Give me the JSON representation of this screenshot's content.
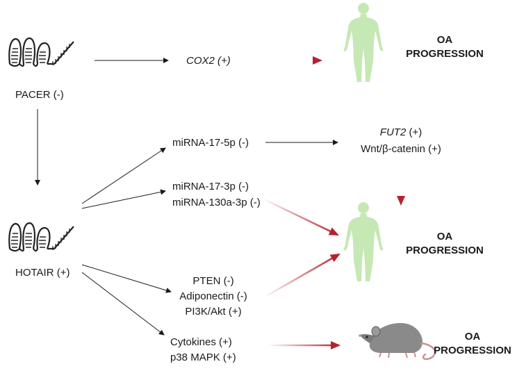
{
  "nodes": {
    "pacer": "PACER (-)",
    "hotair": "HOTAIR (+)",
    "cox2": "COX2 (+)",
    "mir17_5p": "miRNA-17-5p (-)",
    "fut2_gene": "FUT2",
    "fut2_sign": " (+)",
    "wnt": "Wnt/β-catenin (+)",
    "mir17_3p": "miRNA-17-3p (-)",
    "mir130a": "miRNA-130a-3p (-)",
    "pten": "PTEN (-)",
    "adiponectin": "Adiponectin (-)",
    "pi3k": "PI3K/Akt (+)",
    "cytokines": "Cytokines (+)",
    "p38": "p38 MAPK (+)"
  },
  "outcomes": {
    "human_top": [
      "OA",
      "PROGRESSION"
    ],
    "human_mid": [
      "OA",
      "PROGRESSION"
    ],
    "mouse": [
      "OA",
      "PROGRESSION"
    ]
  },
  "colors": {
    "arrow_black": "#1a1a1a",
    "arrow_red": "#b5212e",
    "human_fill": "#c6e8b4",
    "mouse_fill": "#8a8a8a",
    "mouse_dark": "#5a5a5a",
    "mouse_tail": "#c98f8f"
  },
  "icons": [
    "rna-hairpin-icon",
    "human-figure-icon",
    "mouse-icon"
  ]
}
